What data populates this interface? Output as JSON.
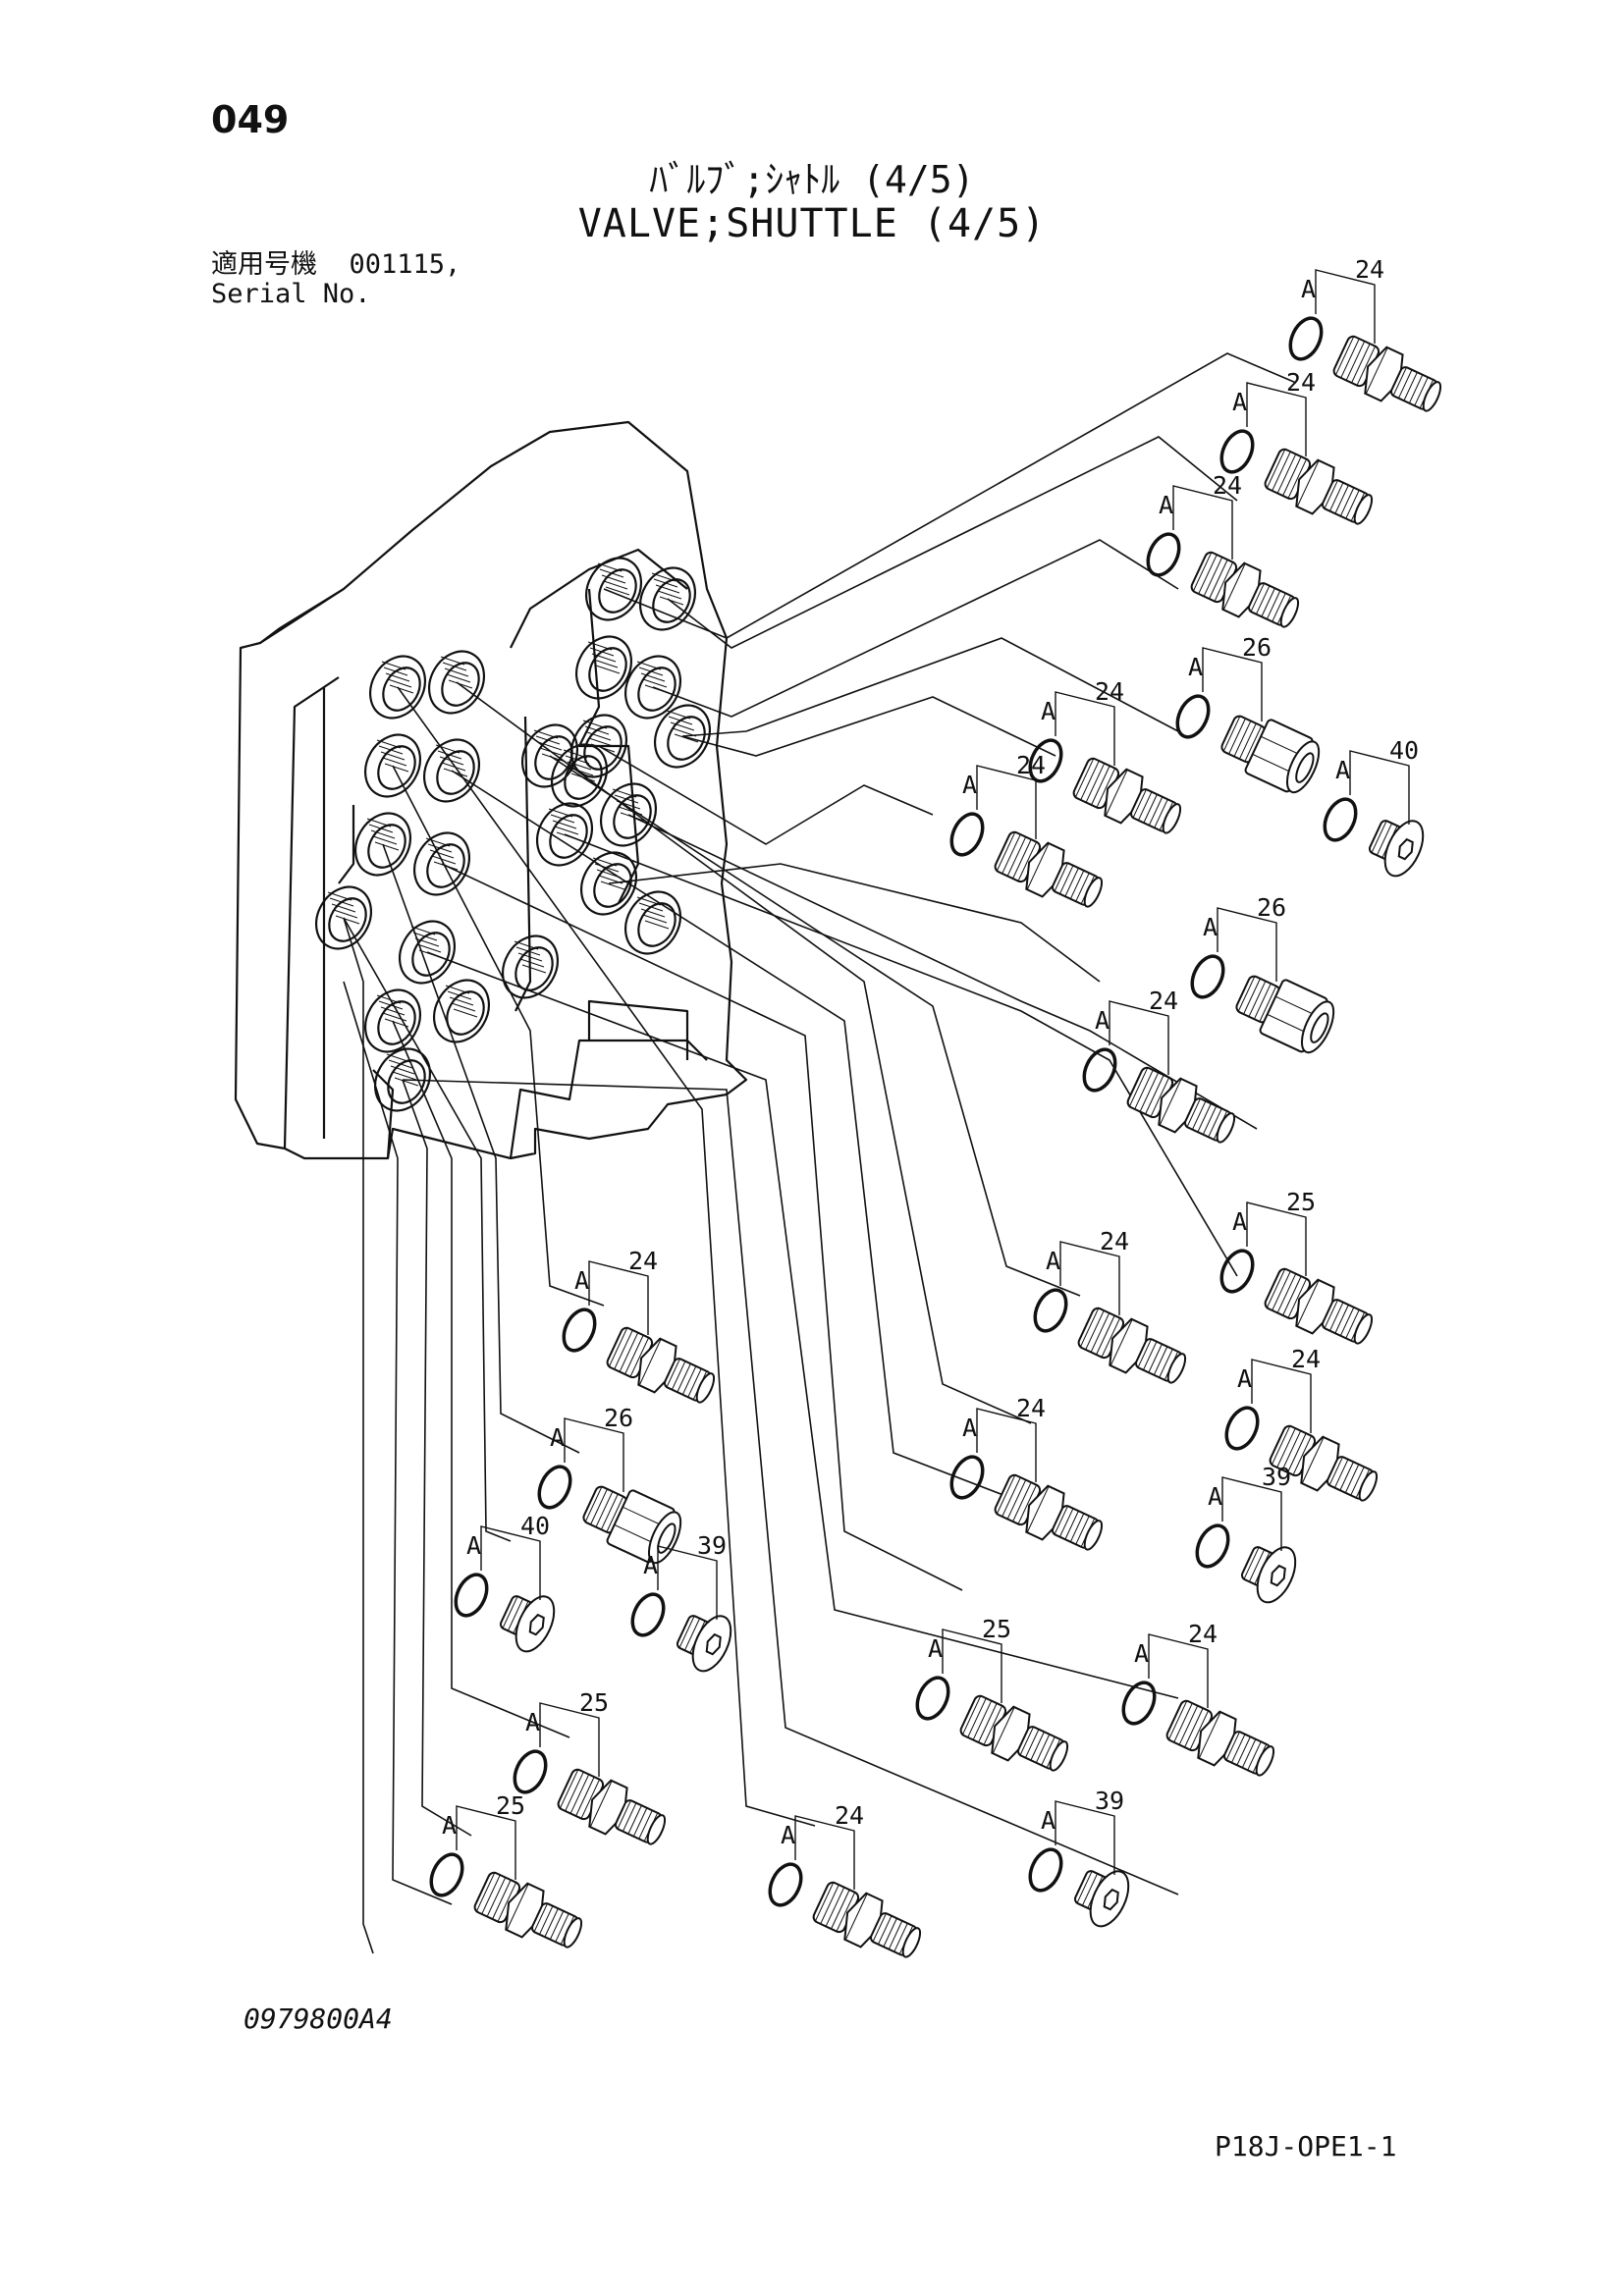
{
  "header": {
    "page_number": "049",
    "title_jp": "ﾊﾞﾙﾌﾞ;ｼｬﾄﾙ (4/5)",
    "title_en": "VALVE;SHUTTLE (4/5)",
    "serial_label_jp": "適用号機",
    "serial_value": "001115,",
    "serial_label_en": "Serial No."
  },
  "footer": {
    "drawing_code": "0979800A4",
    "page_code": "P18J-OPE1-1"
  },
  "parts": [
    {
      "id": "p1",
      "part": "24",
      "seal": "A",
      "kind": "fitting"
    },
    {
      "id": "p2",
      "part": "24",
      "seal": "A",
      "kind": "fitting"
    },
    {
      "id": "p3",
      "part": "24",
      "seal": "A",
      "kind": "fitting"
    },
    {
      "id": "p4",
      "part": "26",
      "seal": "A",
      "kind": "adapter"
    },
    {
      "id": "p5",
      "part": "40",
      "seal": "A",
      "kind": "plug"
    },
    {
      "id": "p6",
      "part": "24",
      "seal": "A",
      "kind": "fitting"
    },
    {
      "id": "p7",
      "part": "24",
      "seal": "A",
      "kind": "fitting"
    },
    {
      "id": "p8",
      "part": "26",
      "seal": "A",
      "kind": "adapter"
    },
    {
      "id": "p9",
      "part": "24",
      "seal": "A",
      "kind": "fitting"
    },
    {
      "id": "p10",
      "part": "25",
      "seal": "A",
      "kind": "fitting"
    },
    {
      "id": "p11",
      "part": "24",
      "seal": "A",
      "kind": "fitting"
    },
    {
      "id": "p12",
      "part": "24",
      "seal": "A",
      "kind": "fitting"
    },
    {
      "id": "p13",
      "part": "24",
      "seal": "A",
      "kind": "fitting"
    },
    {
      "id": "p14",
      "part": "39",
      "seal": "A",
      "kind": "plug"
    },
    {
      "id": "p15",
      "part": "24",
      "seal": "A",
      "kind": "fitting"
    },
    {
      "id": "p16",
      "part": "26",
      "seal": "A",
      "kind": "adapter"
    },
    {
      "id": "p17",
      "part": "40",
      "seal": "A",
      "kind": "plug"
    },
    {
      "id": "p18",
      "part": "39",
      "seal": "A",
      "kind": "plug"
    },
    {
      "id": "p19",
      "part": "25",
      "seal": "A",
      "kind": "fitting"
    },
    {
      "id": "p20",
      "part": "24",
      "seal": "A",
      "kind": "fitting"
    },
    {
      "id": "p21",
      "part": "25",
      "seal": "A",
      "kind": "fitting"
    },
    {
      "id": "p22",
      "part": "24",
      "seal": "A",
      "kind": "fitting"
    },
    {
      "id": "p23",
      "part": "25",
      "seal": "A",
      "kind": "fitting"
    },
    {
      "id": "p24",
      "part": "39",
      "seal": "A",
      "kind": "plug"
    }
  ]
}
